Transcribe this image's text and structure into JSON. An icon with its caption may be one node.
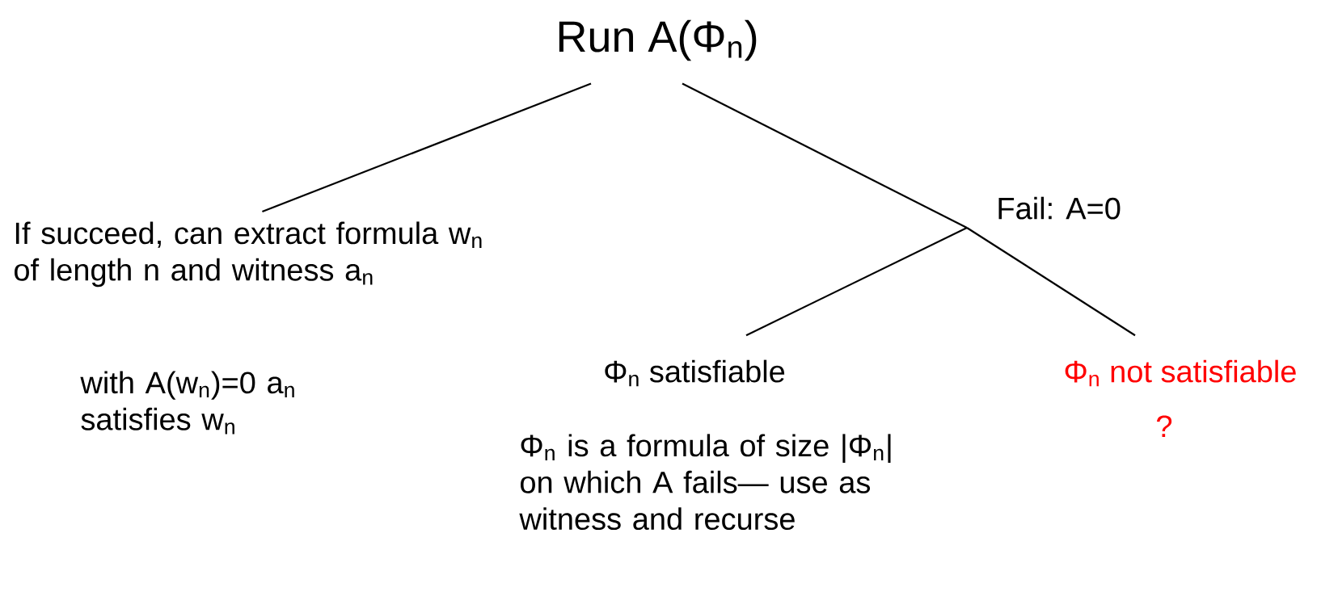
{
  "diagram": {
    "nodes": [
      {
        "text": [
          "Run A(Φ$_{n}$)"
        ]
      },
      {
        "text": [
          "If succeed, can extract formula w$_{n}$ of length n and witness a$_{n}$"
        ],
        "beside": [
          "with A(w$_{n}$)=0 a$_{n}$ satisfies w$_{n}$"
        ]
      },
      {
        "text": [
          "Fail: A=0"
        ]
      },
      {
        "text": [
          "Φ$_{n}$ satisfiable"
        ],
        "beside": [
          "Φ$_{n}$ is a formula of size |Φ$_{n}$| on which A fails— use as witness and recurse"
        ]
      },
      {
        "text": [
          "Φ$_{n}$ not satisfiable"
        ],
        "beside": [
          "?"
        ]
      }
    ],
    "edges": [
      {
        "from": 0,
        "to": 1,
        "arrow": "none"
      },
      {
        "from": 0,
        "to": 2,
        "arrow": "none"
      },
      {
        "from": 2,
        "to": 3,
        "arrow": "none"
      },
      {
        "from": 2,
        "to": 4,
        "arrow": "none"
      }
    ]
  }
}
